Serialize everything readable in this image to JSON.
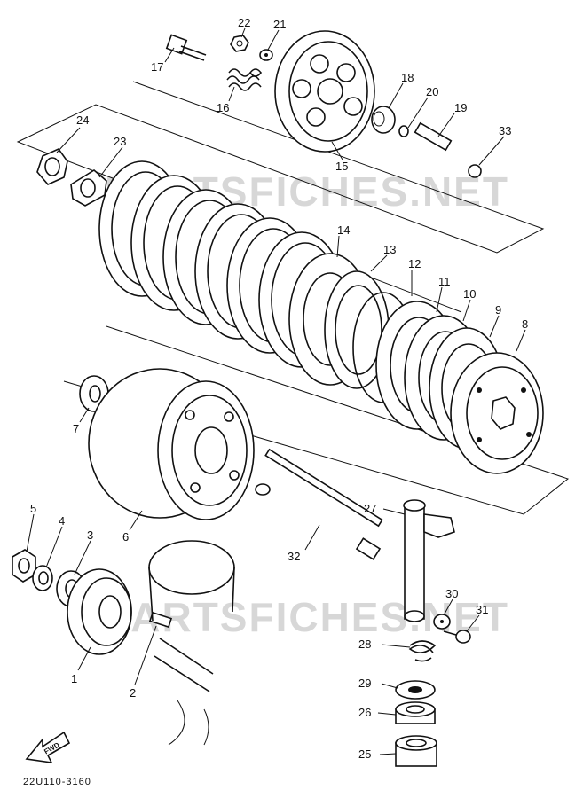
{
  "watermark": "PARTSFICHES.NET",
  "diagram_code": "22U110-3160",
  "front_arrow_label": "FWD",
  "parts": [
    {
      "id": "p1",
      "label": "1"
    },
    {
      "id": "p2",
      "label": "2"
    },
    {
      "id": "p3",
      "label": "3"
    },
    {
      "id": "p4",
      "label": "4"
    },
    {
      "id": "p5",
      "label": "5"
    },
    {
      "id": "p6",
      "label": "6"
    },
    {
      "id": "p7",
      "label": "7"
    },
    {
      "id": "p8",
      "label": "8"
    },
    {
      "id": "p9",
      "label": "9"
    },
    {
      "id": "p10",
      "label": "10"
    },
    {
      "id": "p11",
      "label": "11"
    },
    {
      "id": "p12",
      "label": "12"
    },
    {
      "id": "p13",
      "label": "13"
    },
    {
      "id": "p14",
      "label": "14"
    },
    {
      "id": "p15",
      "label": "15"
    },
    {
      "id": "p16",
      "label": "16"
    },
    {
      "id": "p17",
      "label": "17"
    },
    {
      "id": "p18",
      "label": "18"
    },
    {
      "id": "p19",
      "label": "19"
    },
    {
      "id": "p20",
      "label": "20"
    },
    {
      "id": "p21",
      "label": "21"
    },
    {
      "id": "p22",
      "label": "22"
    },
    {
      "id": "p23",
      "label": "23"
    },
    {
      "id": "p24",
      "label": "24"
    },
    {
      "id": "p25",
      "label": "25"
    },
    {
      "id": "p26",
      "label": "26"
    },
    {
      "id": "p27",
      "label": "27"
    },
    {
      "id": "p28",
      "label": "28"
    },
    {
      "id": "p29",
      "label": "29"
    },
    {
      "id": "p30",
      "label": "30"
    },
    {
      "id": "p31",
      "label": "31"
    },
    {
      "id": "p32",
      "label": "32"
    },
    {
      "id": "p33",
      "label": "33"
    }
  ]
}
